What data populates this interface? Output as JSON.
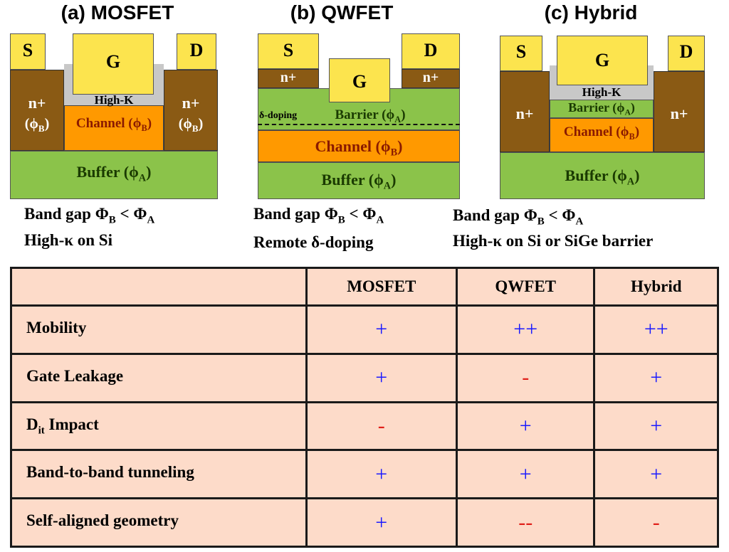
{
  "panels": [
    {
      "title": "(a) MOSFET",
      "labels": {
        "source": "S",
        "gate": "G",
        "drain": "D",
        "highk": "High-K",
        "nplus_left": "n+",
        "phi_left": "(ϕ",
        "phi_sub": "B",
        "phi_end": ")",
        "channel": "Channel (ϕ",
        "channel_sub": "B",
        "channel_end": ")",
        "nplus_right": "n+",
        "phi_right": "(ϕ",
        "phi_right_sub": "B",
        "phi_right_end": ")",
        "buffer": "Buffer (ϕ",
        "buffer_sub": "A",
        "buffer_end": ")"
      },
      "caption_line1": "Band gap Φ",
      "caption_line1_sub": "B",
      "caption_line1_mid": " < Φ",
      "caption_line1_sub2": "A",
      "caption_line2": "High-κ on Si"
    },
    {
      "title": "(b) QWFET",
      "labels": {
        "source": "S",
        "gate": "G",
        "drain": "D",
        "nplus_left": "n+",
        "nplus_right": "n+",
        "doping": "δ-doping",
        "barrier": "Barrier (ϕ",
        "barrier_sub": "A",
        "barrier_end": ")",
        "channel": "Channel (ϕ",
        "channel_sub": "B",
        "channel_end": ")",
        "buffer": "Buffer (ϕ",
        "buffer_sub": "A",
        "buffer_end": ")"
      },
      "caption_line1": "Band gap Φ",
      "caption_line1_sub": "B",
      "caption_line1_mid": " < Φ",
      "caption_line1_sub2": "A",
      "caption_line2": "Remote δ-doping"
    },
    {
      "title": "(c) Hybrid",
      "labels": {
        "source": "S",
        "gate": "G",
        "drain": "D",
        "highk": "High-K",
        "barrier": "Barrier (ϕ",
        "barrier_sub": "A",
        "barrier_end": ")",
        "channel": "Channel (ϕ",
        "channel_sub": "B",
        "channel_end": ")",
        "nplus_left": "n+",
        "nplus_right": "n+",
        "buffer": "Buffer (ϕ",
        "buffer_sub": "A",
        "buffer_end": ")"
      },
      "caption_line1": "Band gap Φ",
      "caption_line1_sub": "B",
      "caption_line1_mid": " < Φ",
      "caption_line1_sub2": "A",
      "caption_line2": "High-κ on Si or SiGe barrier"
    }
  ],
  "table": {
    "headers": [
      "",
      "MOSFET",
      "QWFET",
      "Hybrid"
    ],
    "rows": [
      {
        "label": "Mobility",
        "label_sub": "",
        "label_end": "",
        "values": [
          "+",
          "++",
          "++"
        ]
      },
      {
        "label": "Gate Leakage",
        "label_sub": "",
        "label_end": "",
        "values": [
          "+",
          "-",
          "+"
        ]
      },
      {
        "label": "D",
        "label_sub": "it",
        "label_end": " Impact",
        "values": [
          "-",
          "+",
          "+"
        ]
      },
      {
        "label": "Band-to-band tunneling",
        "label_sub": "",
        "label_end": "",
        "values": [
          "+",
          "+",
          "+"
        ]
      },
      {
        "label": "Self-aligned geometry",
        "label_sub": "",
        "label_end": "",
        "values": [
          "+",
          "--",
          "-"
        ]
      }
    ]
  },
  "colors": {
    "contact": "#fce44e",
    "nplus": "#8a5a14",
    "channel": "#ff9900",
    "buffer": "#8bc34a",
    "highk": "#c8c8c8",
    "table_bg": "#fddbc9",
    "plus": "#1a1aff",
    "minus": "#e0201a"
  }
}
